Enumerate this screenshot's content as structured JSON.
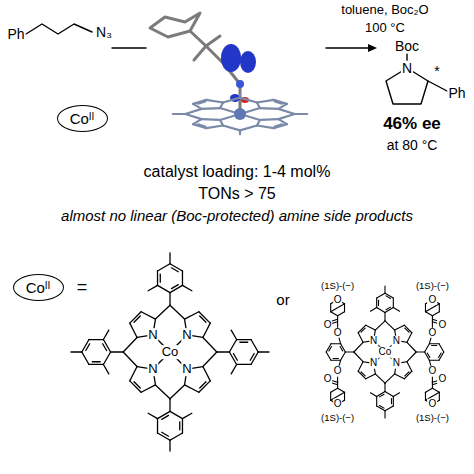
{
  "diagram": {
    "nodes": [
      {
        "text": [
          "Co",
          "II"
        ]
      },
      {
        "text": [
          "Co",
          "II"
        ]
      }
    ],
    "labels": [
      "Ph",
      "N₃",
      "toluene, Boc₂O",
      "100 °C",
      "Boc",
      "N",
      "*",
      "Ph",
      "46% ee",
      "at 80 °C",
      "catalyst loading: 1-4 mol%",
      "TONs > 75",
      "almost no linear (Boc-protected) amine side products",
      "=",
      "N",
      "N",
      "N",
      "N",
      "Co",
      "or",
      "N",
      "N",
      "N",
      "N",
      "Co",
      "O",
      "O",
      "O",
      "O",
      "O",
      "O",
      "O",
      "O",
      "O",
      "O",
      "O",
      "O",
      "(1S)-(−)",
      "(1S)-(−)",
      "(1S)-(−)",
      "(1S)-(−)"
    ]
  }
}
